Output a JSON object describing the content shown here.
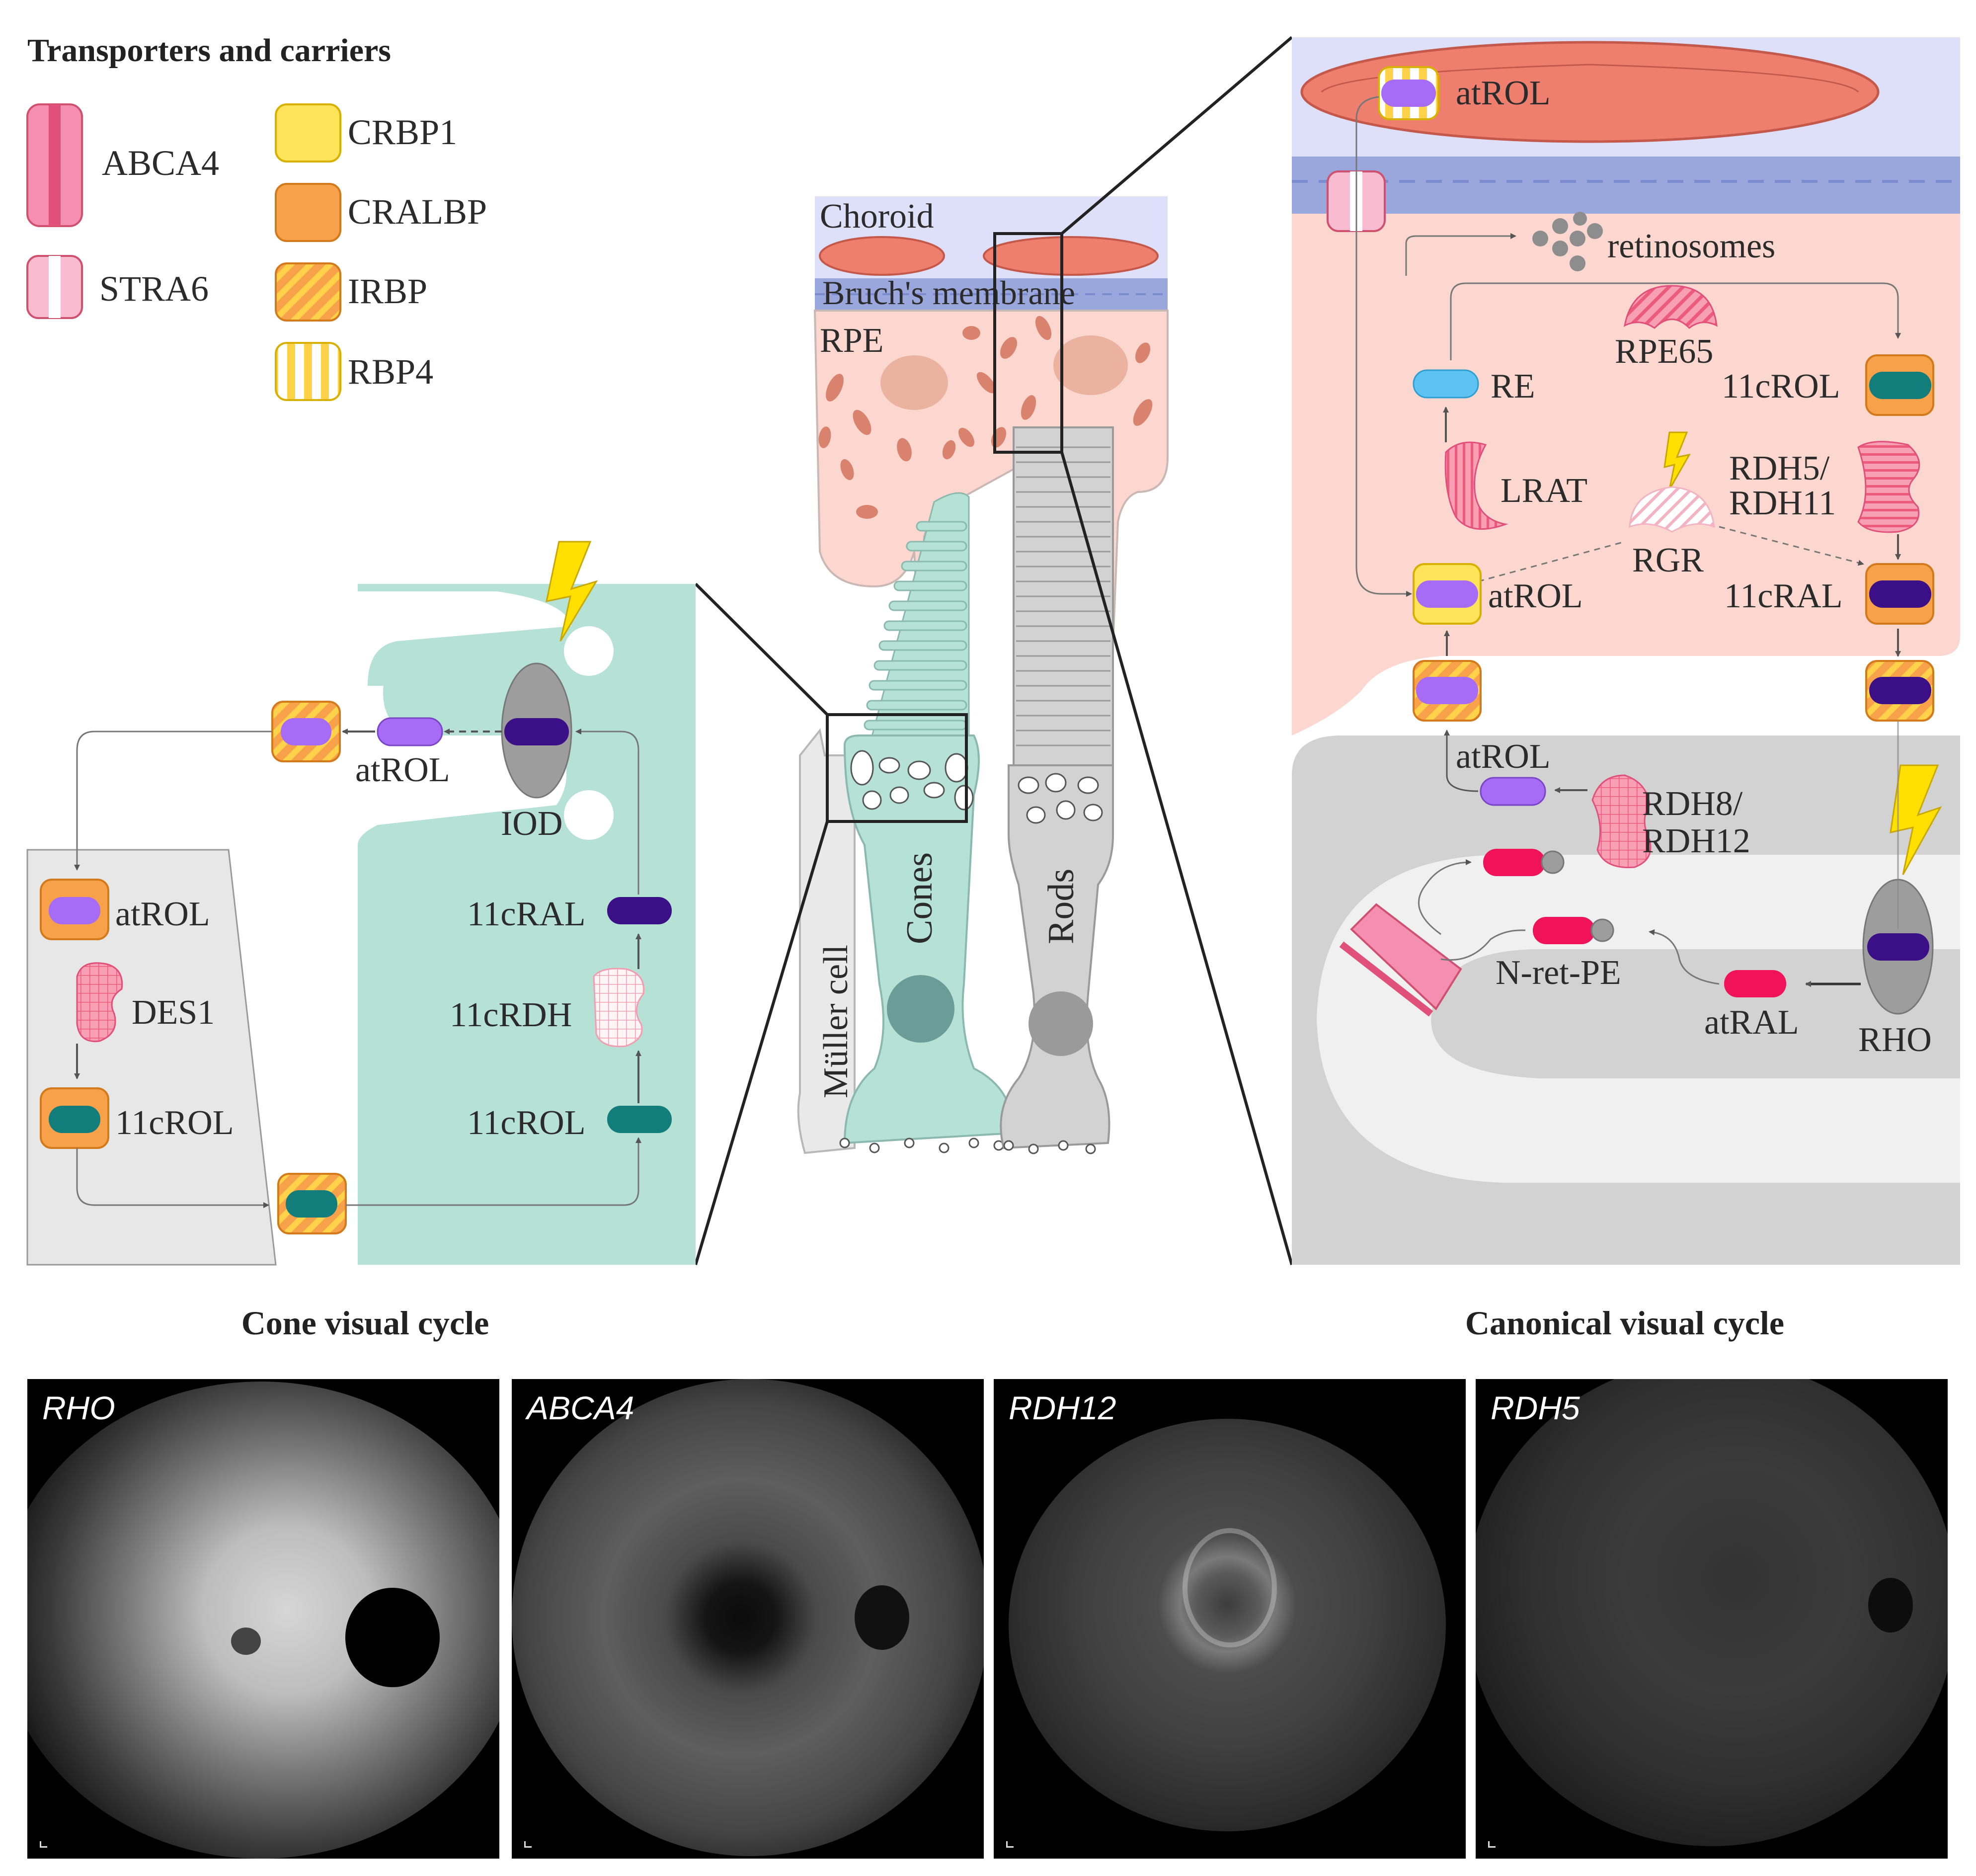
{
  "legend": {
    "title": "Transporters and carriers",
    "items": [
      {
        "label": "ABCA4",
        "color": "#f48fb1"
      },
      {
        "label": "STRA6",
        "color": "#f8bbd0"
      },
      {
        "label": "CRBP1",
        "color": "#ffe35a"
      },
      {
        "label": "CRALBP",
        "color": "#f7a24a"
      },
      {
        "label": "IRBP",
        "color": "#f7a24a"
      },
      {
        "label": "RBP4",
        "color": "#ffd24a"
      }
    ]
  },
  "retina": {
    "choroid": "Choroid",
    "bruch": "Bruch's membrane",
    "rpe": "RPE",
    "muller": "Müller cell",
    "cones": "Cones",
    "rods": "Rods"
  },
  "cone_cycle": {
    "title": "Cone visual cycle",
    "atrol_top": "atROL",
    "iod": "IOD",
    "atrol_muller": "atROL",
    "des1": "DES1",
    "cis_rol_muller": "11cROL",
    "cis_ral": "11cRAL",
    "cis_rdh": "11cRDH",
    "cis_rol_cone": "11cROL"
  },
  "canonical_cycle": {
    "title": "Canonical visual cycle",
    "atrol_blood": "atROL",
    "retinosomes": "retinosomes",
    "rpe65": "RPE65",
    "re": "RE",
    "cis_rol": "11cROL",
    "lrat": "LRAT",
    "rdh5": "RDH5/",
    "rdh11": "RDH11",
    "rgr": "RGR",
    "atrol_rpe": "atROL",
    "cis_ral": "11cRAL",
    "atrol_rod": "atROL",
    "rdh8": "RDH8/",
    "rdh12": "RDH12",
    "nretpe": "N-ret-PE",
    "atral": "atRAL",
    "rho": "RHO"
  },
  "photos": [
    {
      "gene": "RHO"
    },
    {
      "gene": "ABCA4"
    },
    {
      "gene": "RDH12"
    },
    {
      "gene": "RDH5"
    }
  ],
  "colors": {
    "retinol": "#a66cf5",
    "cis_retinol": "#127d7a",
    "cis_retinal": "#3b0f86",
    "retinyl_ester": "#5ec3f2",
    "all_trans_retinal": "#f0125a",
    "rpe": "#fbd7cf",
    "choroid": "#dde0f8",
    "bruch": "#9aa7dc",
    "cone": "#b6e2d6",
    "rod": "#d2d2d2",
    "lightning": "#ffe000"
  }
}
